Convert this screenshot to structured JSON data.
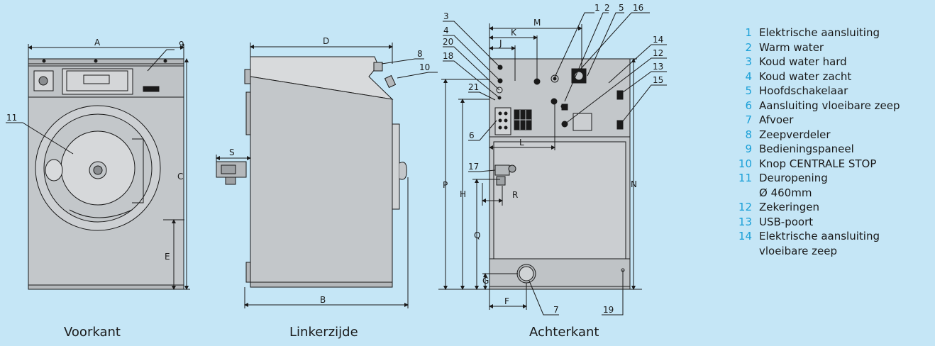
{
  "views": {
    "front": "Voorkant",
    "left": "Linkerzijde",
    "rear": "Achterkant"
  },
  "dimension_letters": {
    "A": "A",
    "B": "B",
    "C": "C",
    "D": "D",
    "E": "E",
    "F": "F",
    "G": "G",
    "H": "H",
    "J": "J",
    "K": "K",
    "L": "L",
    "M": "M",
    "N": "N",
    "P": "P",
    "Q": "Q",
    "R": "R",
    "S": "S"
  },
  "callouts": {
    "n1": "1",
    "n2": "2",
    "n3": "3",
    "n4": "4",
    "n5": "5",
    "n6": "6",
    "n7": "7",
    "n8": "8",
    "n9": "9",
    "n10": "10",
    "n11": "11",
    "n12": "12",
    "n13": "13",
    "n14": "14",
    "n15": "15",
    "n16": "16",
    "n17": "17",
    "n18": "18",
    "n19": "19",
    "n20": "20",
    "n21": "21"
  },
  "legend": [
    {
      "num": "1",
      "text": "Elektrische aansluiting"
    },
    {
      "num": "2",
      "text": "Warm water"
    },
    {
      "num": "3",
      "text": "Koud water hard"
    },
    {
      "num": "4",
      "text": "Koud water zacht"
    },
    {
      "num": "5",
      "text": "Hoofdschakelaar"
    },
    {
      "num": "6",
      "text": "Aansluiting vloeibare zeep"
    },
    {
      "num": "7",
      "text": "Afvoer"
    },
    {
      "num": "8",
      "text": "Zeepverdeler"
    },
    {
      "num": "9",
      "text": "Bedieningspaneel"
    },
    {
      "num": "10",
      "text": "Knop CENTRALE STOP"
    },
    {
      "num": "11",
      "text": "Deuropening\nØ 460mm"
    },
    {
      "num": "12",
      "text": "Zekeringen"
    },
    {
      "num": "13",
      "text": " USB-poort"
    },
    {
      "num": "14",
      "text": "Elektrische aansluiting\nvloeibare zeep"
    }
  ],
  "colors": {
    "background": "#c5e6f6",
    "machine": "#c3c7ca",
    "line": "#1a1a1a",
    "legend_number": "#1aa0d8"
  }
}
